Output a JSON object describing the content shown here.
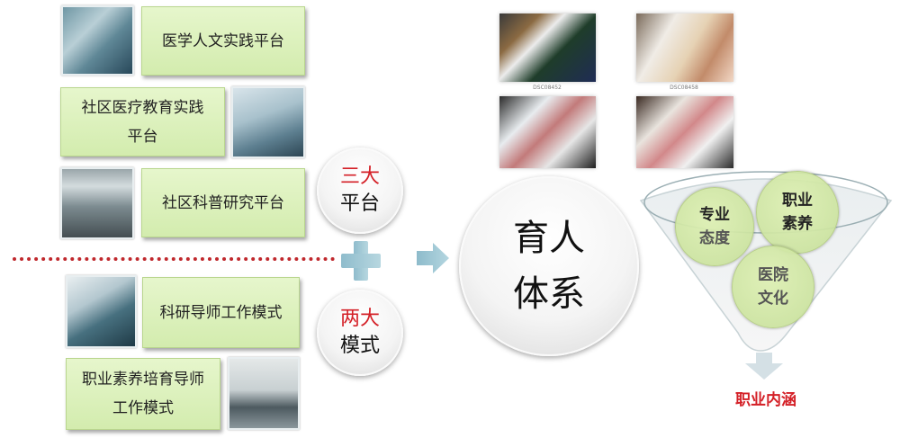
{
  "left": {
    "platforms": [
      {
        "label_lines": [
          "医学人文实践平台"
        ],
        "photo": "medical-humanities-photo"
      },
      {
        "label_lines": [
          "社区医疗教育实践",
          "平台"
        ],
        "photo": "community-medical-education-photo"
      },
      {
        "label_lines": [
          "社区科普研究平台"
        ],
        "photo": "community-science-research-photo"
      }
    ],
    "modes": [
      {
        "label_lines": [
          "科研导师工作模式"
        ],
        "photo": "research-mentor-photo"
      },
      {
        "label_lines": [
          "职业素养培育导师",
          "工作模式"
        ],
        "photo": "professional-mentor-photo"
      }
    ]
  },
  "badges": {
    "platforms": {
      "top": "三大",
      "bottom": "平台"
    },
    "modes": {
      "top": "两大",
      "bottom": "模式"
    }
  },
  "connectors": {
    "plus": "plus-icon",
    "arrow": "arrow-right-icon"
  },
  "center": {
    "line1": "育人",
    "line2": "体系"
  },
  "photos": {
    "captions": [
      "DSC08452",
      "DSC08458",
      "",
      ""
    ]
  },
  "funnel": {
    "circles": [
      {
        "line1": "专业",
        "line2": "态度"
      },
      {
        "line1": "职业",
        "line2": "素养"
      },
      {
        "line1": "医院",
        "line2": "文化"
      }
    ],
    "result": "职业内涵"
  },
  "colors": {
    "accent_red": "#d42027",
    "box_green": "#d9efb8",
    "connector_blue": "#9cc6d3"
  }
}
